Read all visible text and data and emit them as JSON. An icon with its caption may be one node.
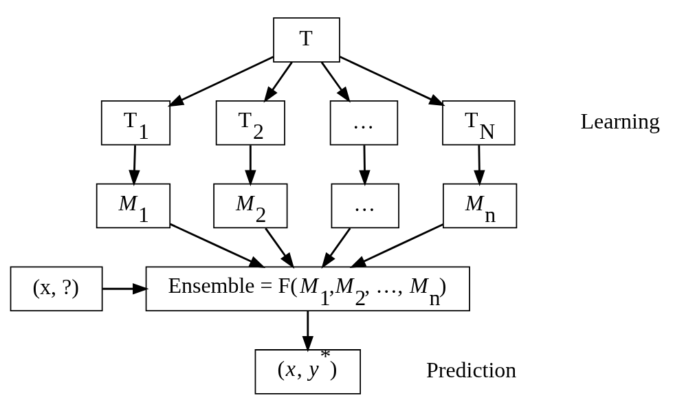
{
  "diagram": {
    "nodes": [
      {
        "text": [
          "T"
        ]
      },
      {
        "text": [
          "T$_{1}$"
        ]
      },
      {
        "text": [
          "T$_{2}$"
        ]
      },
      {
        "text": [
          "…"
        ]
      },
      {
        "text": [
          "T$_{N}$"
        ]
      },
      {
        "text": [
          "*M*$_{1}$"
        ]
      },
      {
        "text": [
          "*M*$_{2}$"
        ]
      },
      {
        "text": [
          "…"
        ]
      },
      {
        "text": [
          "*M*$_{n}$"
        ]
      },
      {
        "text": [
          "(x, ?)"
        ]
      },
      {
        "text": [
          "Ensemble = F(*M*$_{1}$,*M*$_{2}$, …, *M*$_{n}$)"
        ]
      },
      {
        "text": [
          "(*x*, *y*$^{*}$)"
        ]
      }
    ],
    "edges": [
      {
        "from": 0,
        "to": 1,
        "arrow": "to"
      },
      {
        "from": 0,
        "to": 2,
        "arrow": "to"
      },
      {
        "from": 0,
        "to": 3,
        "arrow": "to"
      },
      {
        "from": 0,
        "to": 4,
        "arrow": "to"
      },
      {
        "from": 1,
        "to": 5,
        "arrow": "to"
      },
      {
        "from": 2,
        "to": 6,
        "arrow": "to"
      },
      {
        "from": 3,
        "to": 7,
        "arrow": "to"
      },
      {
        "from": 4,
        "to": 8,
        "arrow": "to"
      },
      {
        "from": 5,
        "to": 10,
        "arrow": "to"
      },
      {
        "from": 6,
        "to": 10,
        "arrow": "to"
      },
      {
        "from": 7,
        "to": 10,
        "arrow": "to"
      },
      {
        "from": 8,
        "to": 10,
        "arrow": "to"
      },
      {
        "from": 9,
        "to": 10,
        "arrow": "to"
      },
      {
        "from": 10,
        "to": 11,
        "arrow": "to"
      }
    ],
    "labels": [
      "Learning",
      "Prediction"
    ]
  }
}
